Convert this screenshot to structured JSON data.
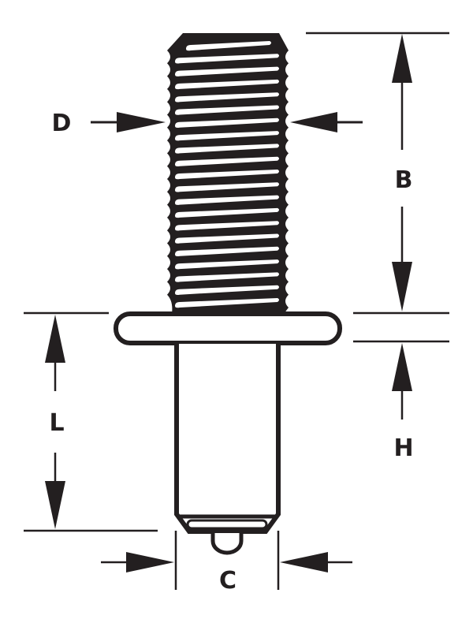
{
  "diagram": {
    "labels": {
      "D": "D",
      "B": "B",
      "H": "H",
      "L": "L",
      "C": "C"
    },
    "colors": {
      "ink": "#231f20",
      "background": "#ffffff"
    }
  }
}
